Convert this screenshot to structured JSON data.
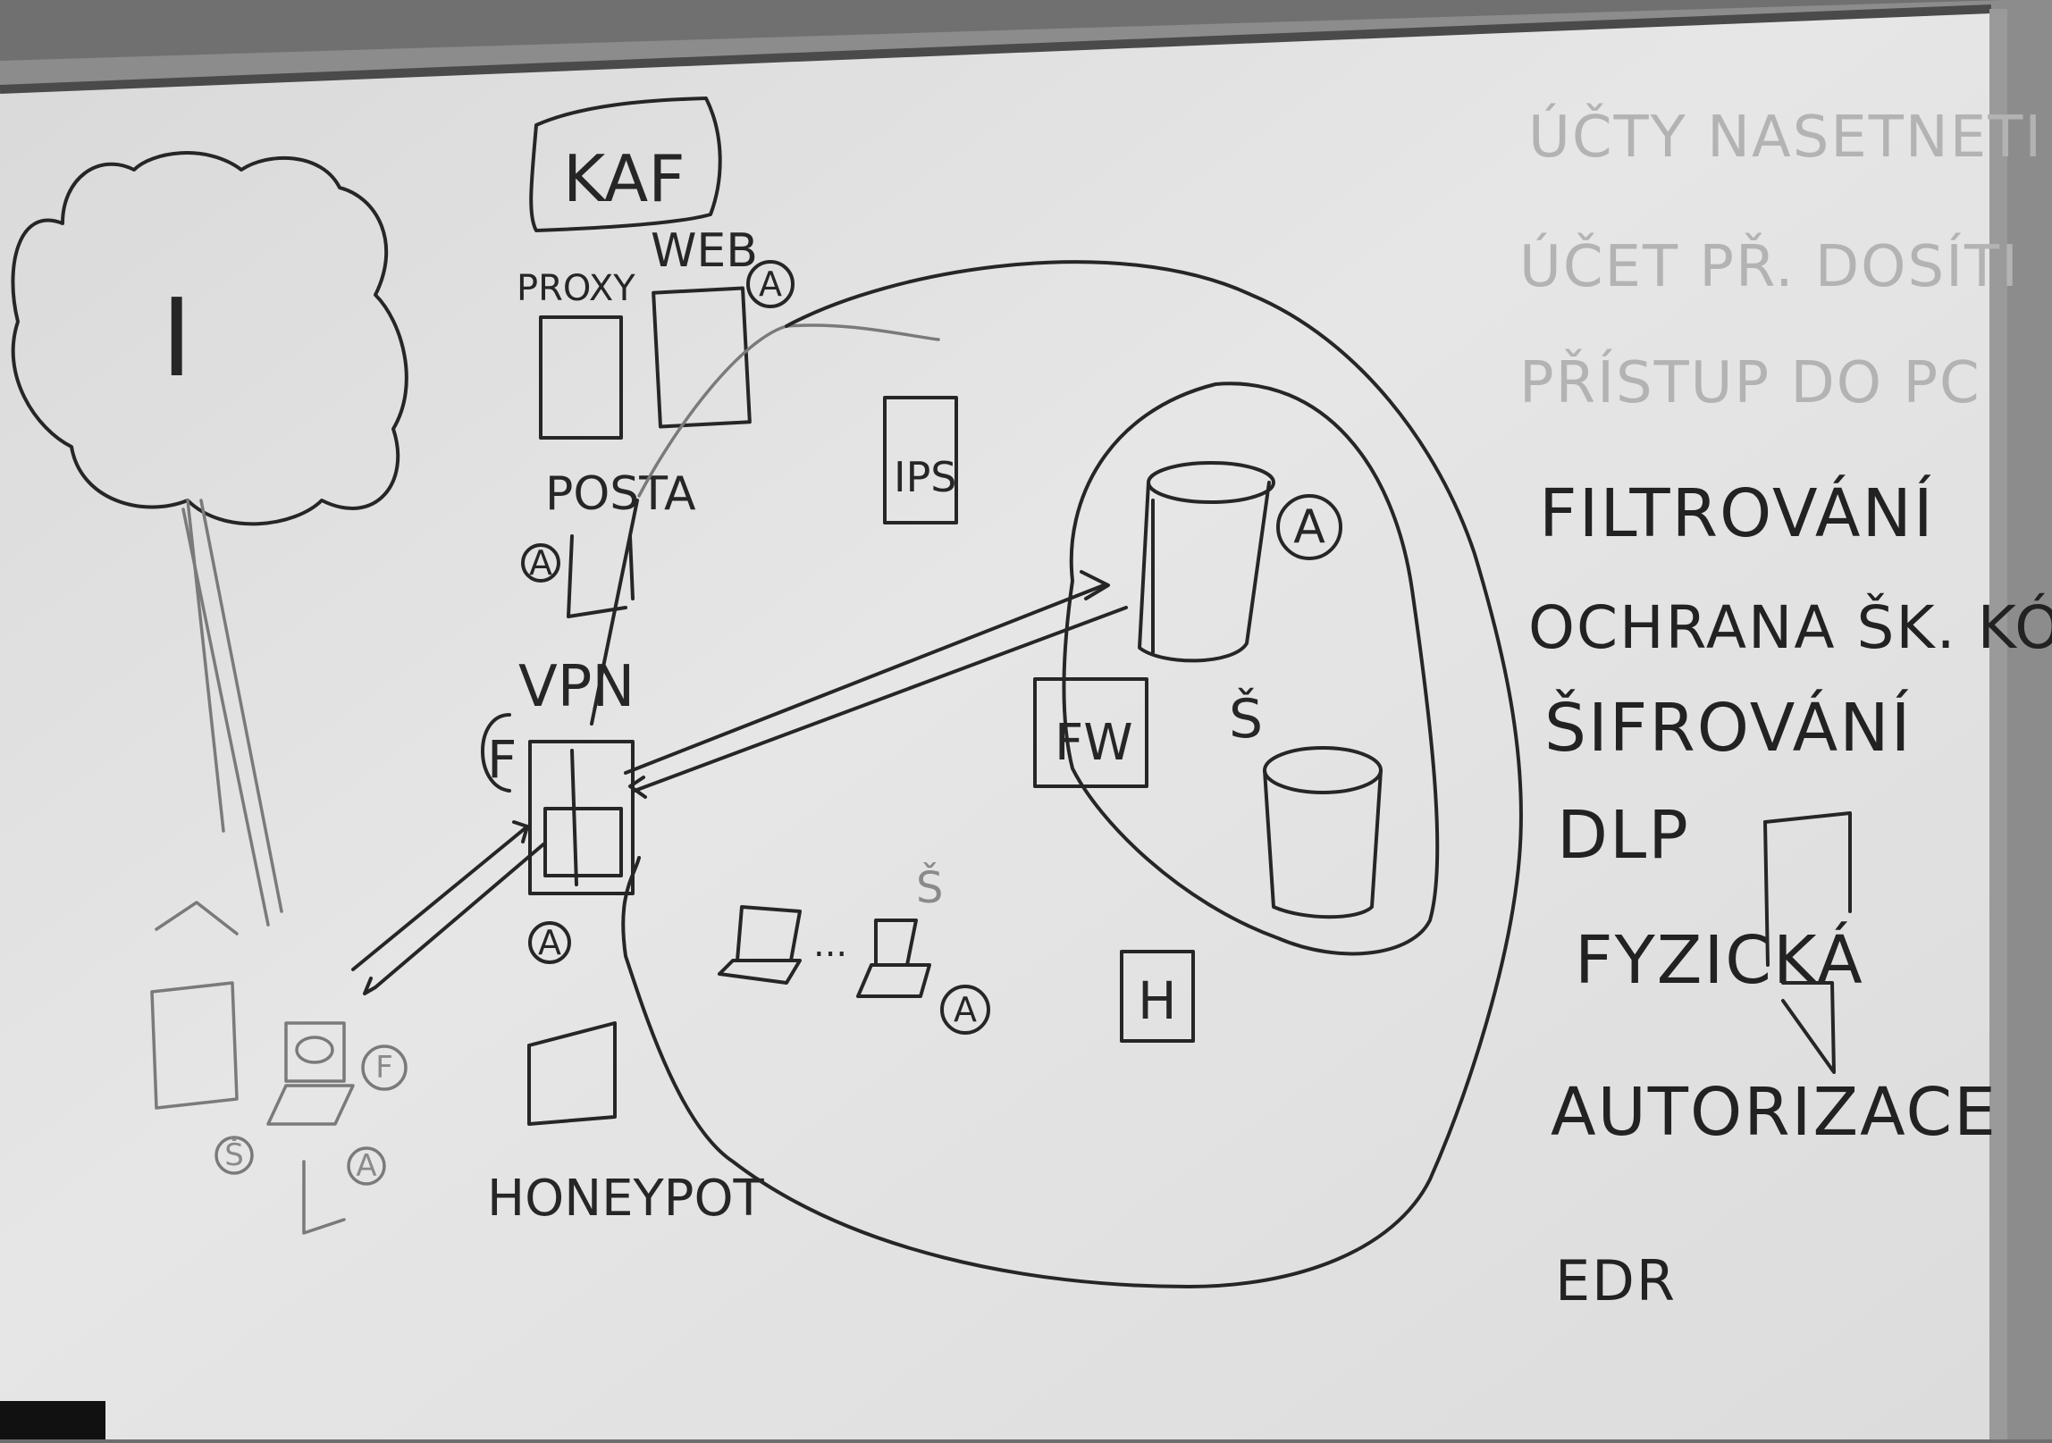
{
  "diagram": {
    "internet_label": "I",
    "boxed_title": "KAF",
    "proxy_label": "PROXY",
    "web_label": "WEB",
    "mail_label": "POSTA",
    "ips_label": "IPS",
    "vpn_label": "VPN",
    "fw_label": "FW",
    "h_label": "H",
    "honeypot_label": "HONEYPOT",
    "enc_label": "Š",
    "marker_a": "A",
    "marker_f": "F",
    "marker_s": "Š",
    "dots": "..."
  },
  "measures_list": {
    "faint_items": [
      "ÚČTY NASETNETI",
      "ÚČET PŘ. DOSÍTI",
      "PŘÍSTUP DO PC"
    ],
    "items": [
      "FILTROVÁNÍ",
      "OCHRANA ŠK. KÓD",
      "ŠIFROVÁNÍ",
      "DLP",
      "FYZICKÁ",
      "AUTORIZACE",
      "EDR"
    ]
  },
  "colors": {
    "board": "#e4e4e4",
    "ink": "#262626",
    "faint_ink": "#9a9a9a",
    "frame": "#5c5c5c"
  }
}
